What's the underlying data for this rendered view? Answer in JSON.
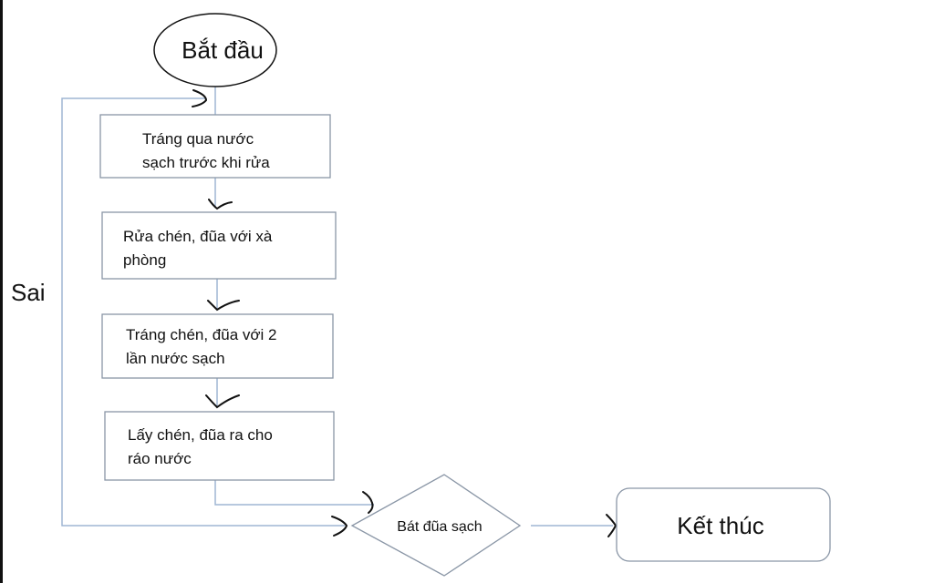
{
  "flowchart": {
    "start": "Bắt đầu",
    "steps": [
      {
        "line1": "Tráng qua nước",
        "line2": "sạch trước khi rửa"
      },
      {
        "line1": "Rửa chén, đũa với xà",
        "line2": "phòng"
      },
      {
        "line1": "Tráng chén, đũa với 2",
        "line2": "lần nước sạch"
      },
      {
        "line1": "Lấy chén, đũa ra cho",
        "line2": "ráo nước"
      }
    ],
    "decision": "Bát đũa sạch",
    "loop_label": "Sai",
    "end": "Kết thúc"
  },
  "colors": {
    "connector": "#9fb6d3",
    "box_border": "#8a96a6",
    "text": "#111111"
  }
}
